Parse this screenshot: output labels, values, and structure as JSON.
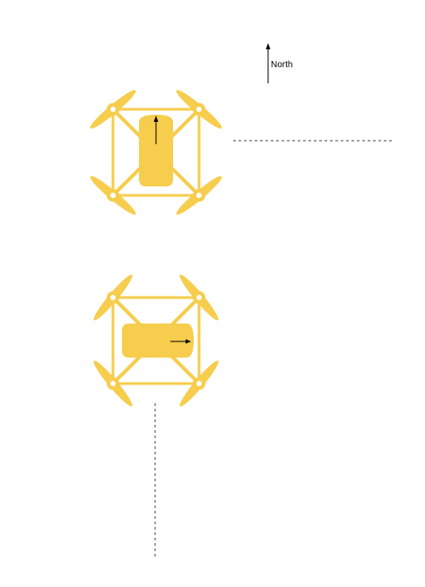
{
  "compass": {
    "label": "North",
    "icon": "north-arrow-icon"
  },
  "drones": [
    {
      "name": "drone-north-facing",
      "heading": "north",
      "icon": "drone-icon",
      "direction_icon": "heading-arrow-up-icon"
    },
    {
      "name": "drone-east-facing",
      "heading": "east",
      "icon": "drone-icon",
      "direction_icon": "heading-arrow-right-icon"
    }
  ],
  "colors": {
    "drone": "#F6CD4C",
    "arrow": "#000000",
    "path": "#444444",
    "background": "#FFFFFF"
  }
}
